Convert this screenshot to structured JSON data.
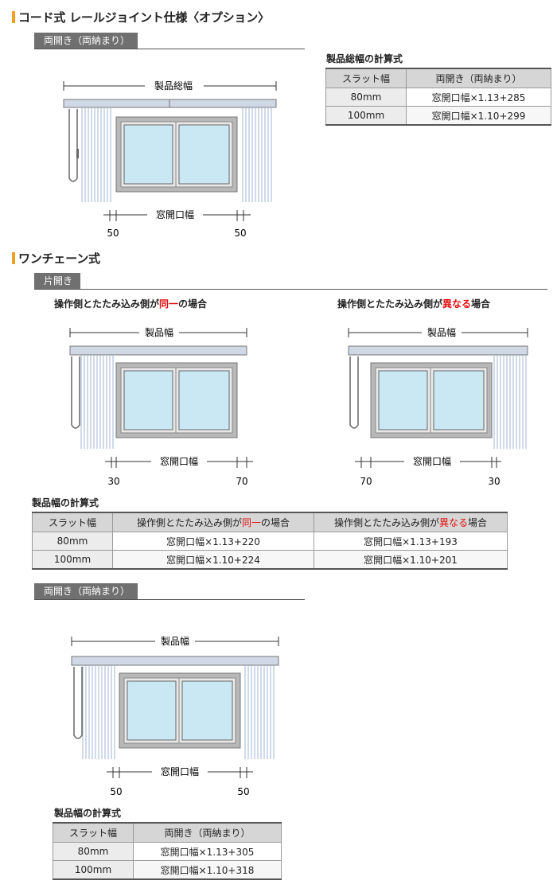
{
  "section1": {
    "title": "コード式 レールジョイント仕様〈オプション〉",
    "subtab": "両開き（両納まり）",
    "diagram": {
      "top_label": "製品総幅",
      "window_label": "窓開口幅",
      "left_offset": "50",
      "right_offset": "50"
    },
    "formula_title": "製品総幅の計算式",
    "table": {
      "headers": [
        "スラット幅",
        "両開き（両納まり）"
      ],
      "rows": [
        [
          "80mm",
          "窓開口幅×1.13+285"
        ],
        [
          "100mm",
          "窓開口幅×1.10+299"
        ]
      ]
    }
  },
  "section2": {
    "title": "ワンチェーン式",
    "subtab": "片開き",
    "left_diagram": {
      "caption_pre": "操作側とたたみ込み側が",
      "caption_em": "同一",
      "caption_post": "の場合",
      "top_label": "製品幅",
      "window_label": "窓開口幅",
      "left_offset": "30",
      "right_offset": "70"
    },
    "right_diagram": {
      "caption_pre": "操作側とたたみ込み側が",
      "caption_em": "異なる",
      "caption_post": "場合",
      "top_label": "製品幅",
      "window_label": "窓開口幅",
      "left_offset": "70",
      "right_offset": "30"
    },
    "formula_title": "製品幅の計算式",
    "table": {
      "h0": "スラット幅",
      "h1_pre": "操作側とたたみ込み側が",
      "h1_em": "同一",
      "h1_post": "の場合",
      "h2_pre": "操作側とたたみ込み側が",
      "h2_em": "異なる",
      "h2_post": "場合",
      "rows": [
        [
          "80mm",
          "窓開口幅×1.13+220",
          "窓開口幅×1.13+193"
        ],
        [
          "100mm",
          "窓開口幅×1.10+224",
          "窓開口幅×1.10+201"
        ]
      ]
    }
  },
  "section3": {
    "subtab": "両開き（両納まり）",
    "diagram": {
      "top_label": "製品幅",
      "window_label": "窓開口幅",
      "left_offset": "50",
      "right_offset": "50"
    },
    "formula_title": "製品幅の計算式",
    "table": {
      "headers": [
        "スラット幅",
        "両開き（両納まり）"
      ],
      "rows": [
        [
          "80mm",
          "窓開口幅×1.13+305"
        ],
        [
          "100mm",
          "窓開口幅×1.10+318"
        ]
      ]
    }
  },
  "colors": {
    "accent_bar": "#f0a020",
    "highlight_text": "#e01010",
    "glass": "#c9e8f4",
    "rail": "#cfd8e4",
    "slats": "#9fb4d6"
  }
}
